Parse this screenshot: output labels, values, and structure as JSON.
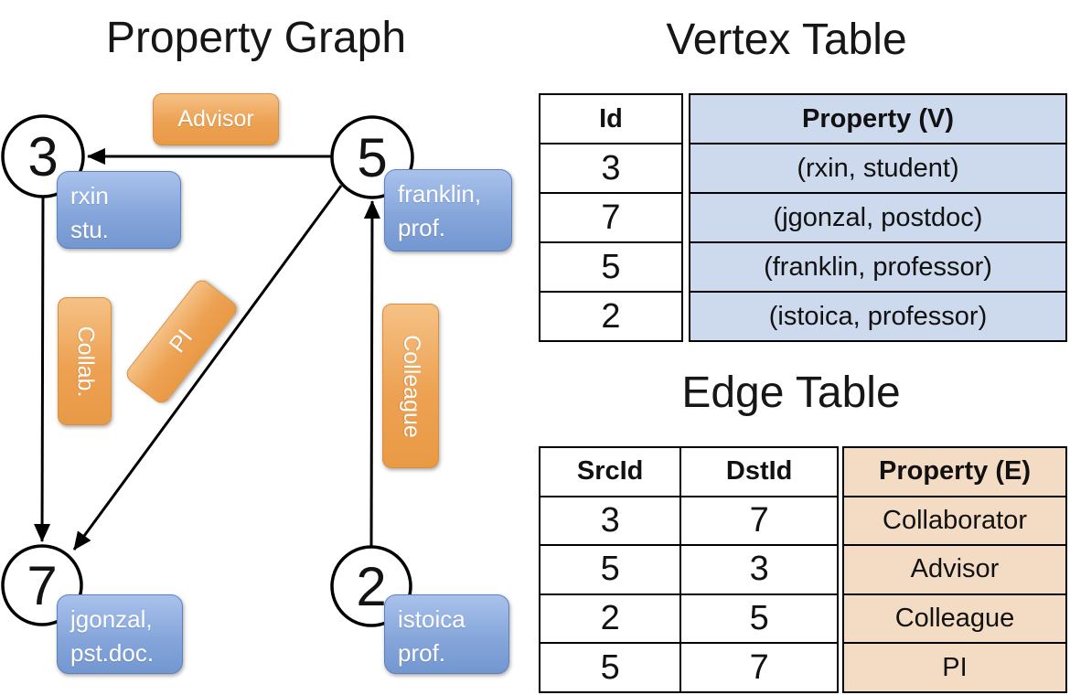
{
  "graph": {
    "title": "Property Graph",
    "nodes": [
      {
        "id": "3",
        "prop_line1": "rxin",
        "prop_line2": "stu."
      },
      {
        "id": "5",
        "prop_line1": "franklin,",
        "prop_line2": "prof."
      },
      {
        "id": "7",
        "prop_line1": "jgonzal,",
        "prop_line2": "pst.doc."
      },
      {
        "id": "2",
        "prop_line1": "istoica",
        "prop_line2": "prof."
      }
    ],
    "edge_labels": {
      "advisor": "Advisor",
      "collab": "Collab.",
      "pi": "PI",
      "colleague": "Colleague"
    }
  },
  "vertex_table": {
    "title": "Vertex Table",
    "headers": {
      "id": "Id",
      "property": "Property (V)"
    },
    "rows": [
      {
        "id": "3",
        "property": "(rxin, student)"
      },
      {
        "id": "7",
        "property": "(jgonzal, postdoc)"
      },
      {
        "id": "5",
        "property": "(franklin, professor)"
      },
      {
        "id": "2",
        "property": "(istoica, professor)"
      }
    ]
  },
  "edge_table": {
    "title": "Edge Table",
    "headers": {
      "src": "SrcId",
      "dst": "DstId",
      "property": "Property (E)"
    },
    "rows": [
      {
        "src": "3",
        "dst": "7",
        "property": "Collaborator"
      },
      {
        "src": "5",
        "dst": "3",
        "property": "Advisor"
      },
      {
        "src": "2",
        "dst": "5",
        "property": "Colleague"
      },
      {
        "src": "5",
        "dst": "7",
        "property": "PI"
      }
    ]
  },
  "colors": {
    "vertex_fill": "#cdd9ed",
    "edge_fill": "#f3dcc3",
    "edge_label_orange": "#eda152",
    "vertex_label_blue": "#86a6db",
    "line_black": "#000000"
  }
}
